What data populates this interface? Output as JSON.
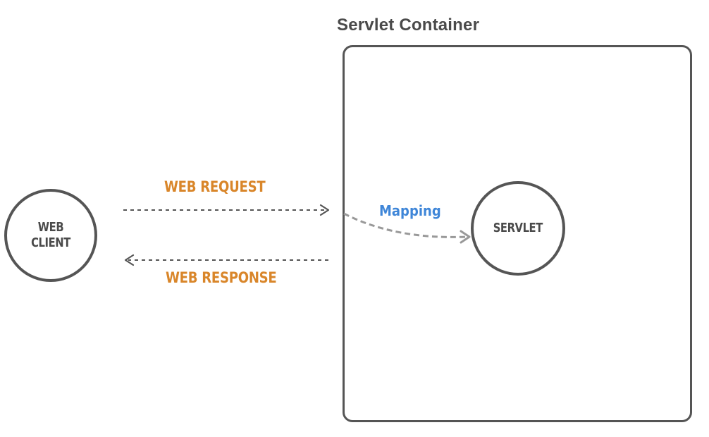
{
  "container": {
    "title": "Servlet Container"
  },
  "nodes": {
    "web_client": {
      "line1": "WEB",
      "line2": "CLIENT"
    },
    "servlet": {
      "label": "SERVLET"
    }
  },
  "edges": {
    "request_label": "WEB REQUEST",
    "response_label": "WEB RESPONSE",
    "mapping_label": "Mapping"
  },
  "colors": {
    "outline": "#555555",
    "request_response_text": "#d9862a",
    "mapping_text": "#3f86d8",
    "mapping_arrow": "#999999"
  }
}
